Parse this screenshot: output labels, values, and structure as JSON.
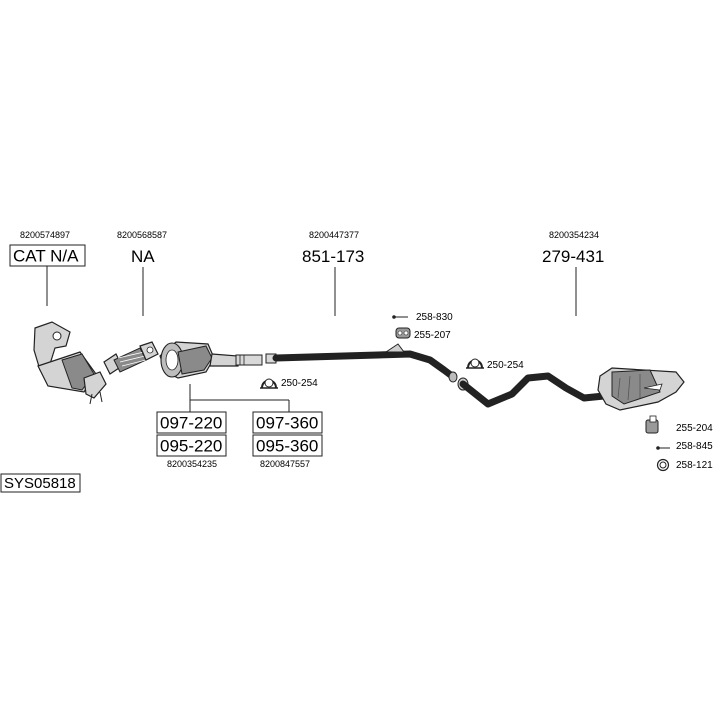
{
  "labels": {
    "oe_cat": "8200574897",
    "cat": "CAT N/A",
    "oe_na": "8200568587",
    "na": "NA",
    "oe_middle": "8200447377",
    "middle": "851-173",
    "oe_rear": "8200354234",
    "rear": "279-431",
    "front_a1": "097-220",
    "front_a2": "095-220",
    "oe_front_a": "8200354235",
    "front_b1": "097-360",
    "front_b2": "095-360",
    "oe_front_b": "8200847557",
    "clamp_front": "250-254",
    "clamp_mid": "250-254",
    "bolt_top": "258-830",
    "rubber_top": "255-207",
    "rubber_rear": "255-204",
    "bolt_rear": "258-845",
    "ring_rear": "258-121",
    "system": "SYS05818"
  }
}
